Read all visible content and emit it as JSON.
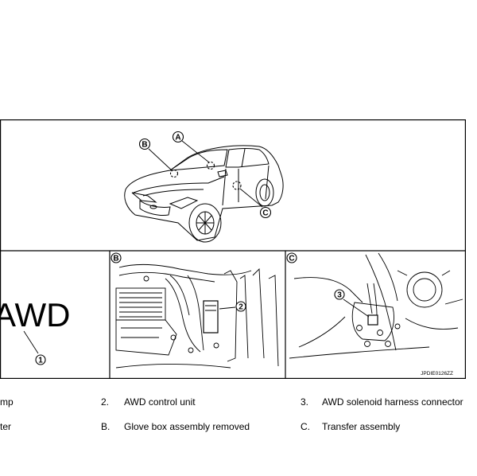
{
  "callouts": {
    "A": "A",
    "B": "B",
    "C": "C",
    "n1": "1",
    "n2": "2",
    "n3": "3"
  },
  "panel_left": {
    "text": "AWD"
  },
  "image_code": "JPDIE0126ZZ",
  "legend": {
    "row1": [
      {
        "text": "mp"
      },
      {
        "num": "2.",
        "text": "AWD control unit"
      },
      {
        "num": "3.",
        "text": "AWD solenoid harness connector"
      }
    ],
    "row2": [
      {
        "text": "ter"
      },
      {
        "num": "B.",
        "text": "Glove box assembly removed"
      },
      {
        "num": "C.",
        "text": "Transfer assembly"
      }
    ]
  }
}
